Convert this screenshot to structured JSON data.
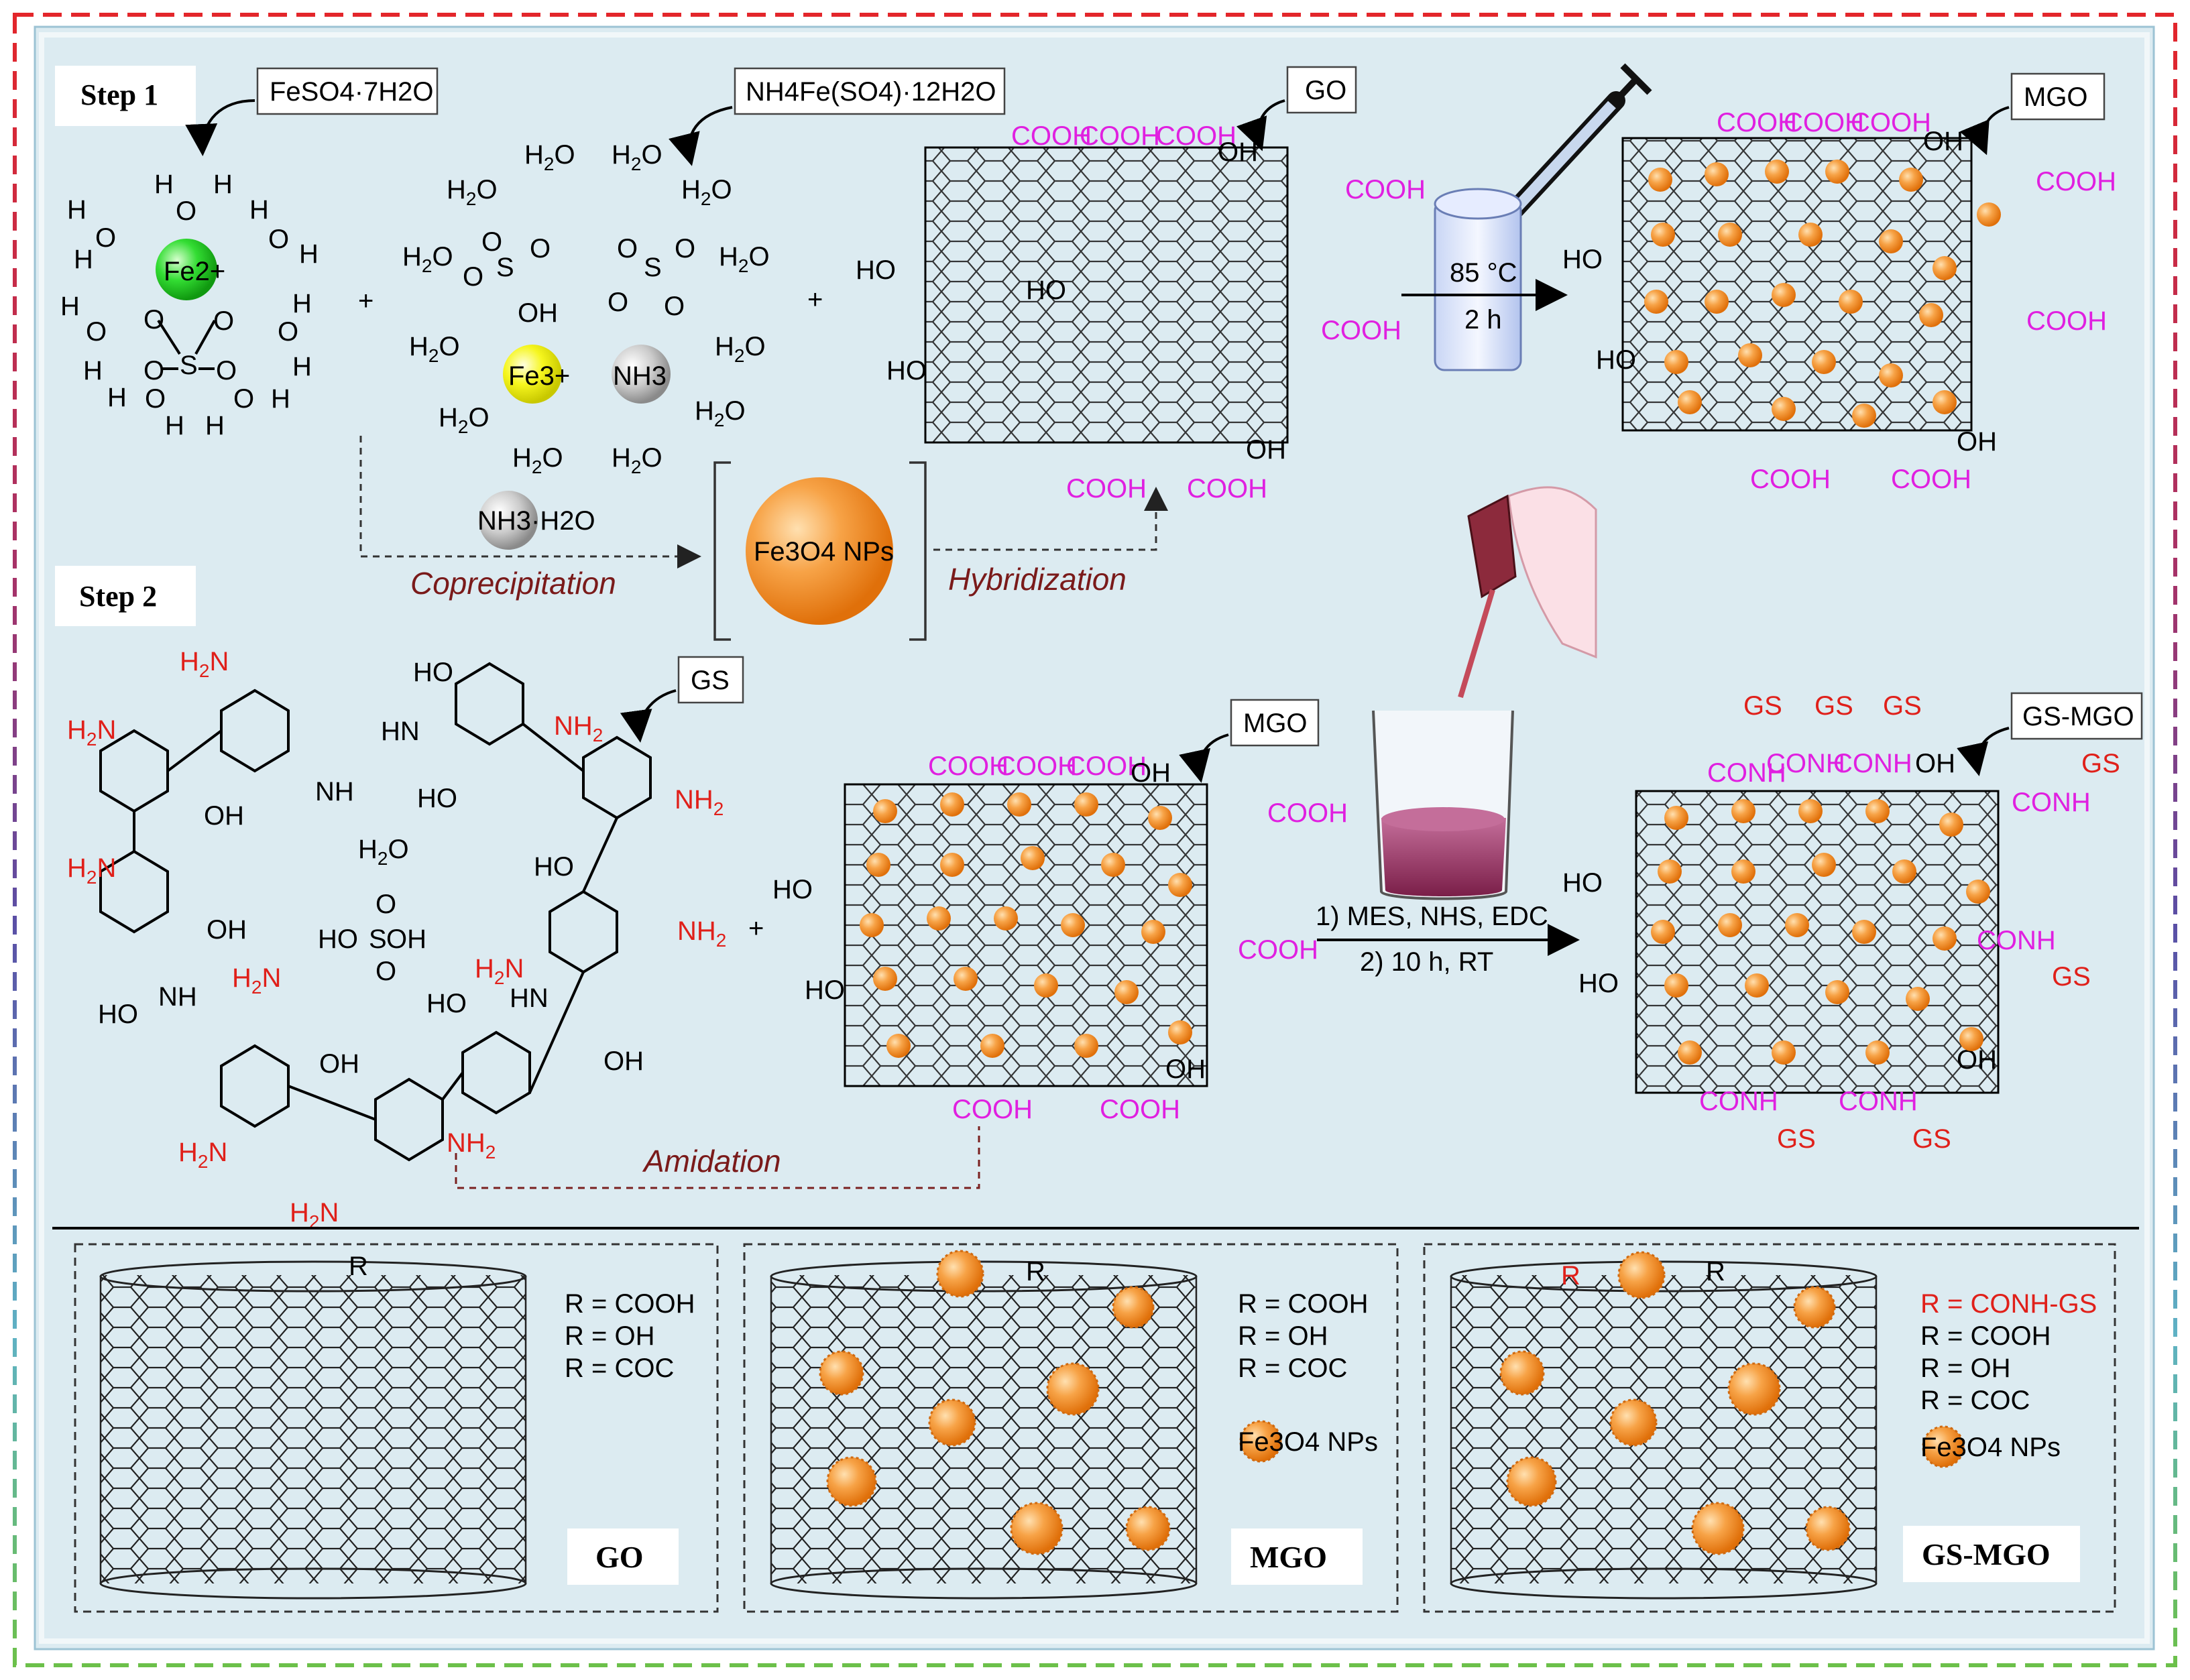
{
  "step1": {
    "title": "Step 1",
    "reagent_a": "FeSO4·7H2O",
    "reagent_b": "NH4Fe(SO4)·12H2O",
    "water": "H2O",
    "fe2": "Fe2+",
    "fe3": "Fe3+",
    "nh3": "NH3",
    "nh3_h2o": "NH3·H2O",
    "sulfate_s": "S",
    "sulfate_o": "O",
    "oh": "OH",
    "plus": "+",
    "nanoparticles": "Fe3O4 NPs",
    "coprecipitation": "Coprecipitation",
    "hybridization": "Hybridization",
    "go_label": "GO",
    "mgo_label": "MGO",
    "condition_temp": "85 °C",
    "condition_time": "2 h",
    "cooh": "COOH",
    "ho": "HO"
  },
  "step2": {
    "title": "Step 2",
    "gs_label": "GS",
    "mgo_label": "MGO",
    "gsmgo_label": "GS-MGO",
    "nh2": "NH2",
    "h2n": "H2N",
    "hn": "HN",
    "nh": "NH",
    "amidation": "Amidation",
    "condition_1": "1) MES, NHS, EDC",
    "condition_2": "2) 10 h, RT",
    "conh": "CONH",
    "gs": "GS",
    "sulfuric": "HO–S–OH"
  },
  "legend": {
    "go": {
      "name": "GO",
      "r_lines": [
        "R = COOH",
        "R = OH",
        "R = COC"
      ],
      "r": "R"
    },
    "mgo": {
      "name": "MGO",
      "r_lines": [
        "R = COOH",
        "R = OH",
        "R = COC"
      ],
      "np": "Fe3O4 NPs",
      "r": "R"
    },
    "gsmgo": {
      "name": "GS-MGO",
      "r_lines": [
        "R = CONH-GS",
        "R = COOH",
        "R = OH",
        "R = COC"
      ],
      "np": "Fe3O4 NPs",
      "r": "R"
    }
  },
  "colors": {
    "background": "#dcebf1",
    "carboxyl": "#e020e0",
    "amine": "#e0201a",
    "nanoparticle": "#f5921e",
    "fe2_ball": "#2fd12f",
    "fe3_ball": "#f2f21a",
    "nh3_ball": "#c8c8c8",
    "arrow_text": "#7a1a1a"
  }
}
